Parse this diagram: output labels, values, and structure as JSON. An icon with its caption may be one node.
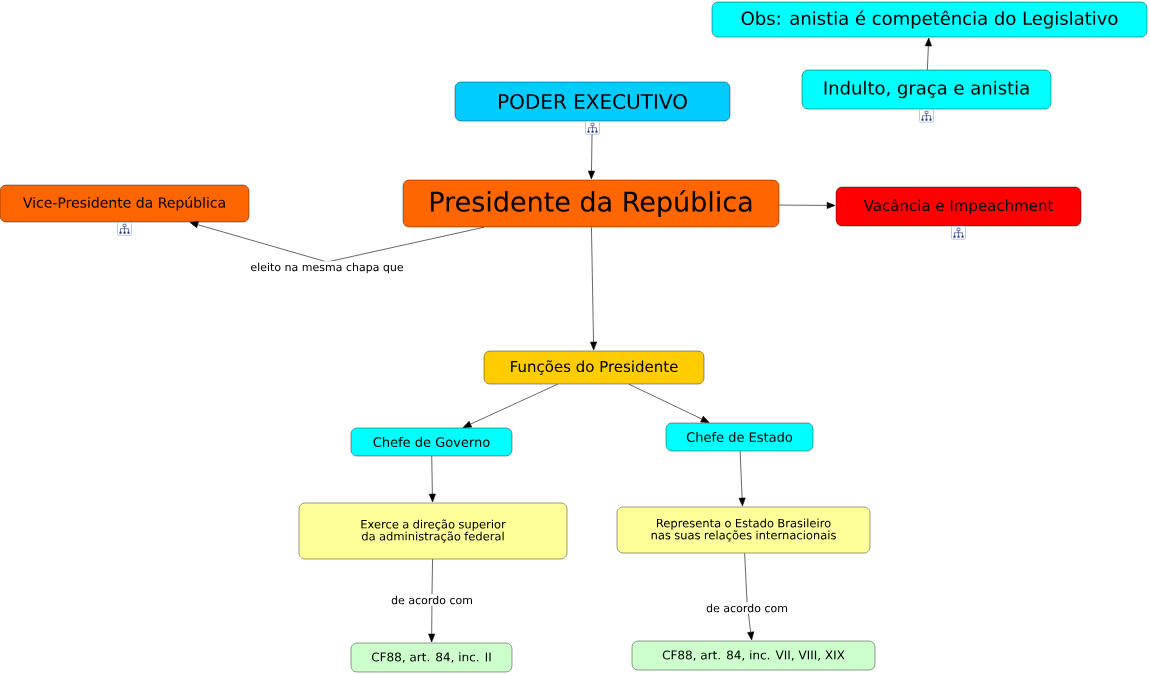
{
  "diagram": {
    "nodes": [
      {
        "text": [
          "Obs: anistia é competência do Legislativo"
        ]
      },
      {
        "text": [
          "Indulto, graça e anistia"
        ]
      },
      {
        "text": [
          "PODER EXECUTIVO"
        ]
      },
      {
        "text": [
          "Presidente da República"
        ]
      },
      {
        "text": [
          "Vice-Presidente da República"
        ]
      },
      {
        "text": [
          "Vacância e Impeachment"
        ]
      },
      {
        "text": [
          "Funções do Presidente"
        ]
      },
      {
        "text": [
          "Chefe de Governo"
        ]
      },
      {
        "text": [
          "Chefe de Estado"
        ]
      },
      {
        "text": [
          "Exerce a direção superior da administração federal"
        ]
      },
      {
        "text": [
          "Representa o Estado Brasileiro nas suas relações internacionais"
        ]
      },
      {
        "text": [
          "CF88, art. 84, inc. II"
        ]
      },
      {
        "text": [
          "CF88, art. 84, inc. VII, VIII, XIX"
        ]
      }
    ],
    "edges": [
      {
        "from": 1,
        "to": 0,
        "arrow": "to"
      },
      {
        "from": 2,
        "to": 3,
        "arrow": "to"
      },
      {
        "from": 3,
        "to": 4,
        "arrow": "to",
        "label": "eleito na mesma chapa que"
      },
      {
        "from": 3,
        "to": 5,
        "arrow": "to"
      },
      {
        "from": 3,
        "to": 6,
        "arrow": "to"
      },
      {
        "from": 6,
        "to": 7,
        "arrow": "to"
      },
      {
        "from": 6,
        "to": 8,
        "arrow": "to"
      },
      {
        "from": 7,
        "to": 9,
        "arrow": "to"
      },
      {
        "from": 8,
        "to": 10,
        "arrow": "to"
      },
      {
        "from": 9,
        "to": 11,
        "arrow": "to",
        "label": "de acordo com"
      },
      {
        "from": 10,
        "to": 12,
        "arrow": "to",
        "label": "de acordo com"
      }
    ]
  }
}
